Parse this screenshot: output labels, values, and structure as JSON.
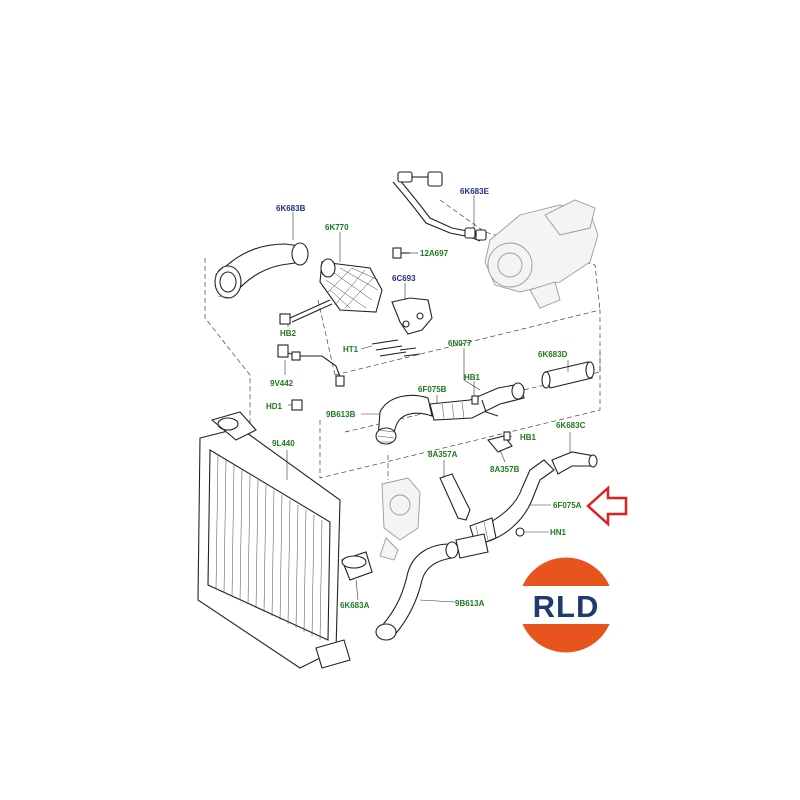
{
  "labels": {
    "l_6k683e": "6K683E",
    "l_6k683b": "6K683B",
    "l_6k770": "6K770",
    "l_12a697": "12A697",
    "l_6c693": "6C693",
    "l_hb2": "HB2",
    "l_ht1": "HT1",
    "l_6n077": "6N077",
    "l_6k683d": "6K683D",
    "l_9v442": "9V442",
    "l_hd1": "HD1",
    "l_6f075b": "6F075B",
    "l_hb1_top": "HB1",
    "l_9b613b": "9B613B",
    "l_hb1_mid": "HB1",
    "l_6k683c": "6K683C",
    "l_8a357a": "8A357A",
    "l_8a357b": "8A357B",
    "l_9l440": "9L440",
    "l_6f075a": "6F075A",
    "l_hn1": "HN1",
    "l_6k683a": "6K683A",
    "l_9b613a": "9B613A"
  },
  "logo": {
    "text": "RLD"
  },
  "colors": {
    "label_green": "#1f7a1f",
    "label_blue": "#1f2f8f",
    "logo_orange": "#e8541e",
    "logo_navy": "#1f3a6e",
    "arrow_red": "#e02020"
  },
  "icons": {
    "callout": "red-outline-arrow-left-icon"
  }
}
